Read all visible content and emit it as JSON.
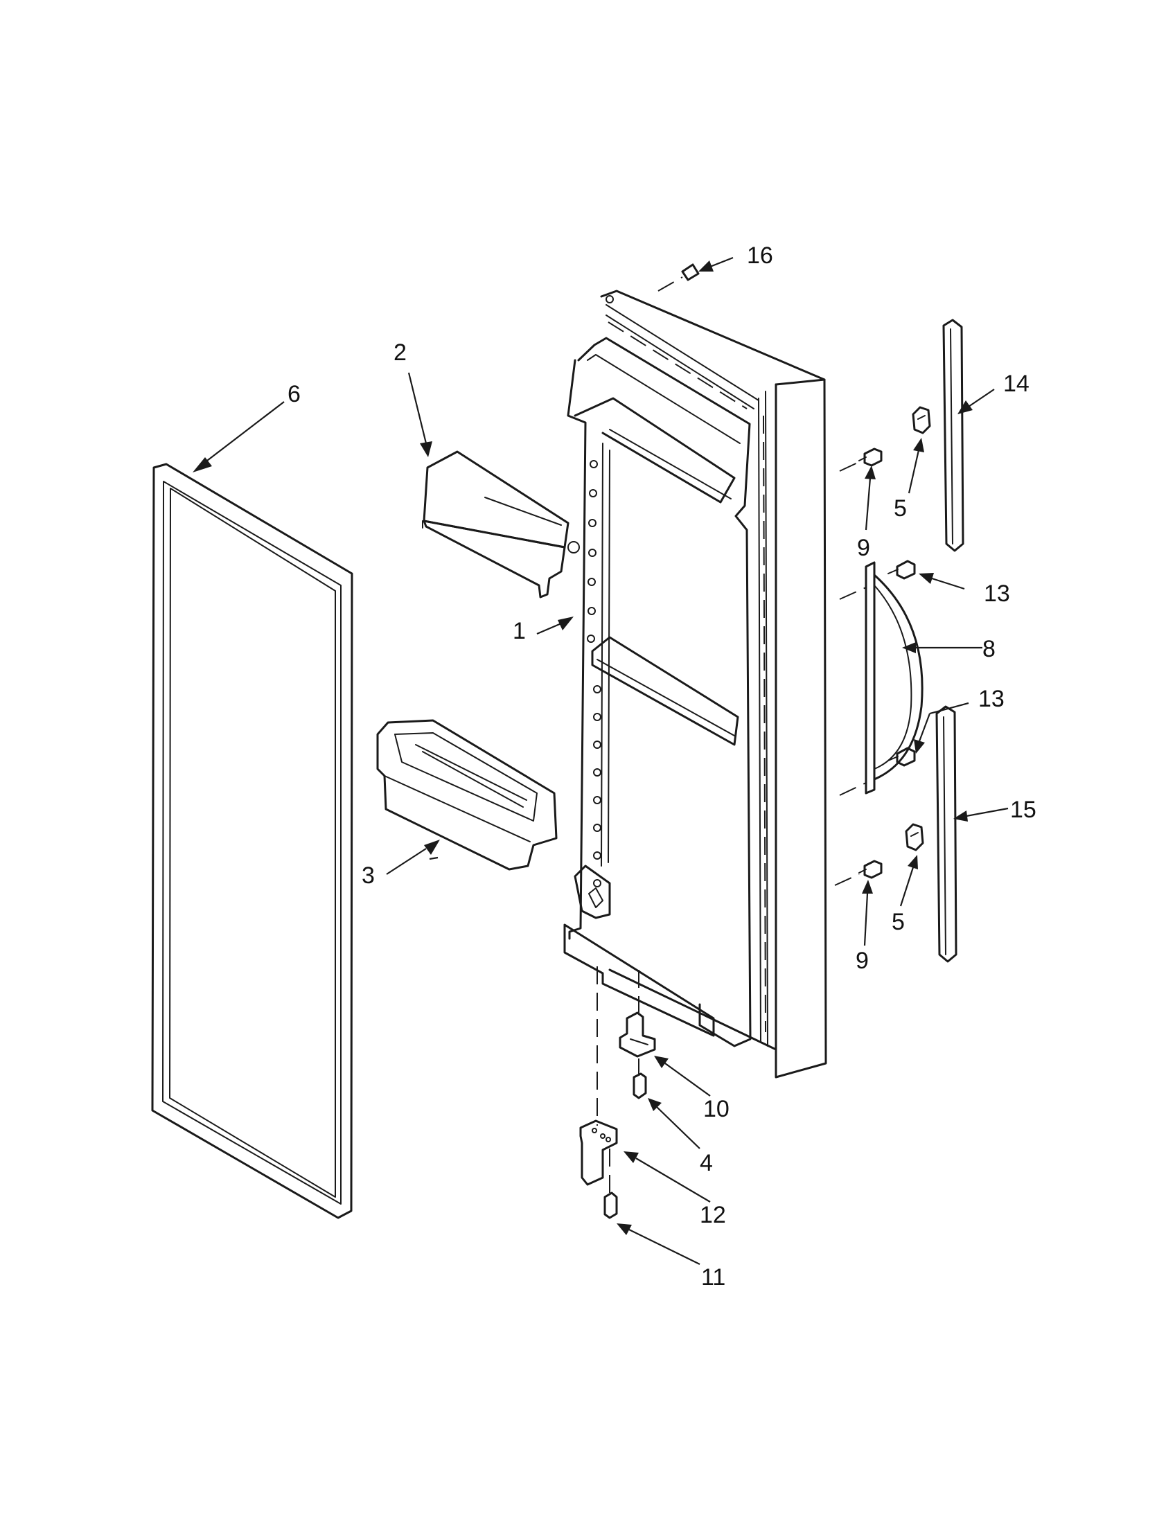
{
  "callouts": {
    "c1": "1",
    "c2": "2",
    "c3": "3",
    "c4": "4",
    "c5a": "5",
    "c5b": "5",
    "c6": "6",
    "c8": "8",
    "c9a": "9",
    "c9b": "9",
    "c10": "10",
    "c11": "11",
    "c12": "12",
    "c13a": "13",
    "c13b": "13",
    "c14": "14",
    "c15": "15",
    "c16": "16"
  }
}
